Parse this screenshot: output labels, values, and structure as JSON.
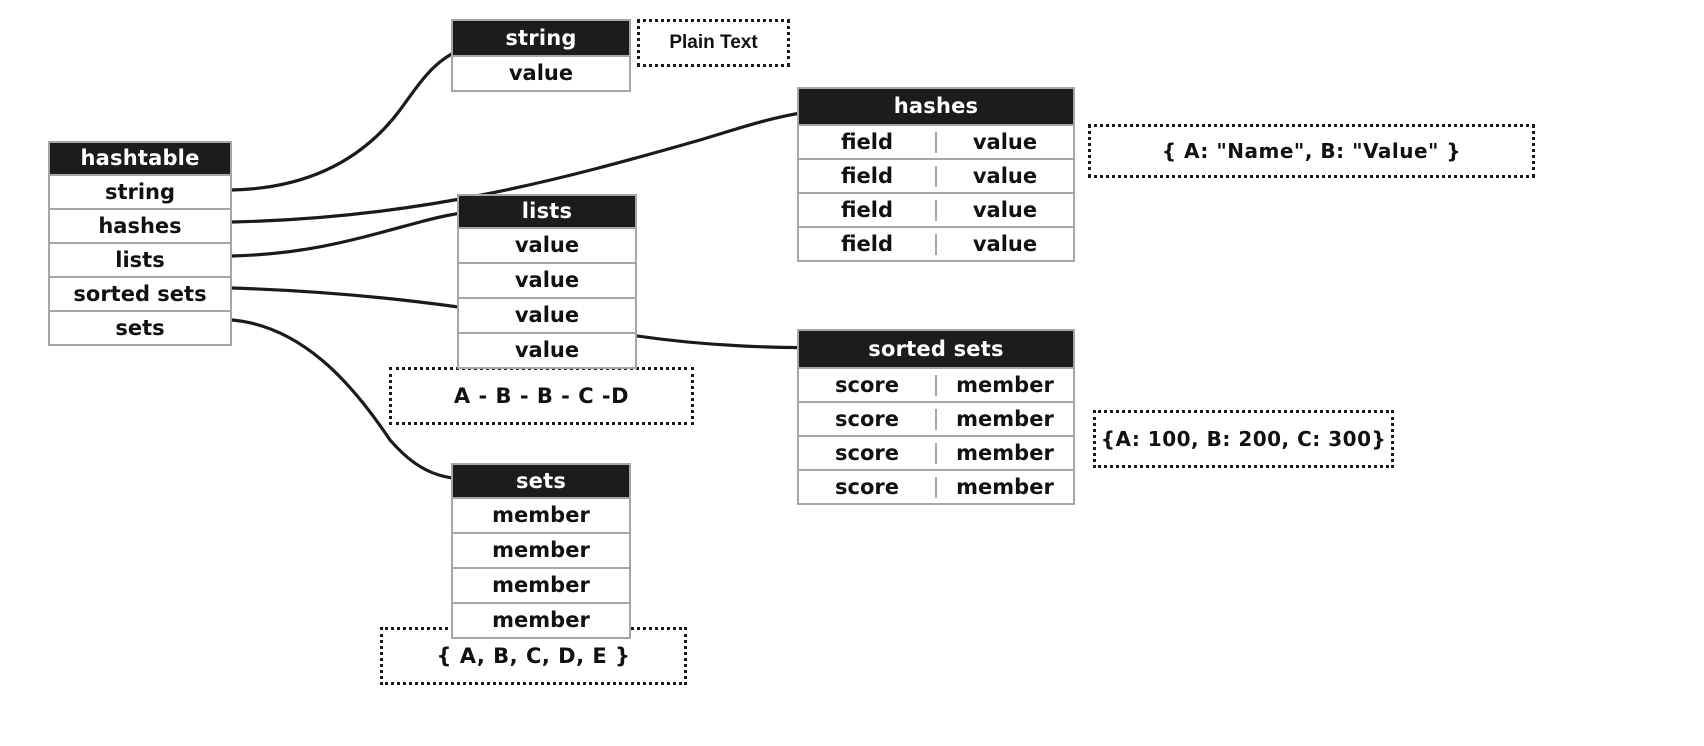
{
  "diagram": {
    "title": "Redis data type hashtable diagram",
    "colors": {
      "header_bg": "#1c1c1c",
      "header_text": "#ffffff",
      "cell_border": "#a6a6a6",
      "note_border": "#1a1a1a",
      "connector": "#1a1a1a",
      "page_bg": "#ffffff"
    },
    "nodes": [
      {
        "id": "hashtable",
        "header": "hashtable",
        "rows": [
          "string",
          "hashes",
          "lists",
          "sorted sets",
          "sets"
        ]
      },
      {
        "id": "string",
        "header": "string",
        "rows": [
          "value"
        ]
      },
      {
        "id": "hashes",
        "header": "hashes",
        "rows": [
          [
            "field",
            "value"
          ],
          [
            "field",
            "value"
          ],
          [
            "field",
            "value"
          ],
          [
            "field",
            "value"
          ]
        ]
      },
      {
        "id": "lists",
        "header": "lists",
        "rows": [
          "value",
          "value",
          "value",
          "value"
        ]
      },
      {
        "id": "sorted-sets",
        "header": "sorted sets",
        "rows": [
          [
            "score",
            "member"
          ],
          [
            "score",
            "member"
          ],
          [
            "score",
            "member"
          ],
          [
            "score",
            "member"
          ]
        ]
      },
      {
        "id": "sets",
        "header": "sets",
        "rows": [
          "member",
          "member",
          "member",
          "member"
        ]
      }
    ],
    "notes": [
      {
        "id": "note-string",
        "text": "Plain Text"
      },
      {
        "id": "note-hashes",
        "text": "{ A: \"Name\", B: \"Value\" }"
      },
      {
        "id": "note-lists",
        "text": "A - B - B - C -D"
      },
      {
        "id": "note-sorted-sets",
        "text": "{A: 100, B: 200, C: 300}"
      },
      {
        "id": "note-sets",
        "text": "{ A, B, C, D, E }"
      }
    ],
    "connectors": [
      {
        "id": "connector-string",
        "from": "hashtable.string",
        "to": "string"
      },
      {
        "id": "connector-hashes",
        "from": "hashtable.hashes",
        "to": "hashes"
      },
      {
        "id": "connector-lists",
        "from": "hashtable.lists",
        "to": "lists"
      },
      {
        "id": "connector-sorted-sets",
        "from": "hashtable.sorted sets",
        "to": "sorted-sets"
      },
      {
        "id": "connector-sets",
        "from": "hashtable.sets",
        "to": "sets"
      }
    ]
  }
}
